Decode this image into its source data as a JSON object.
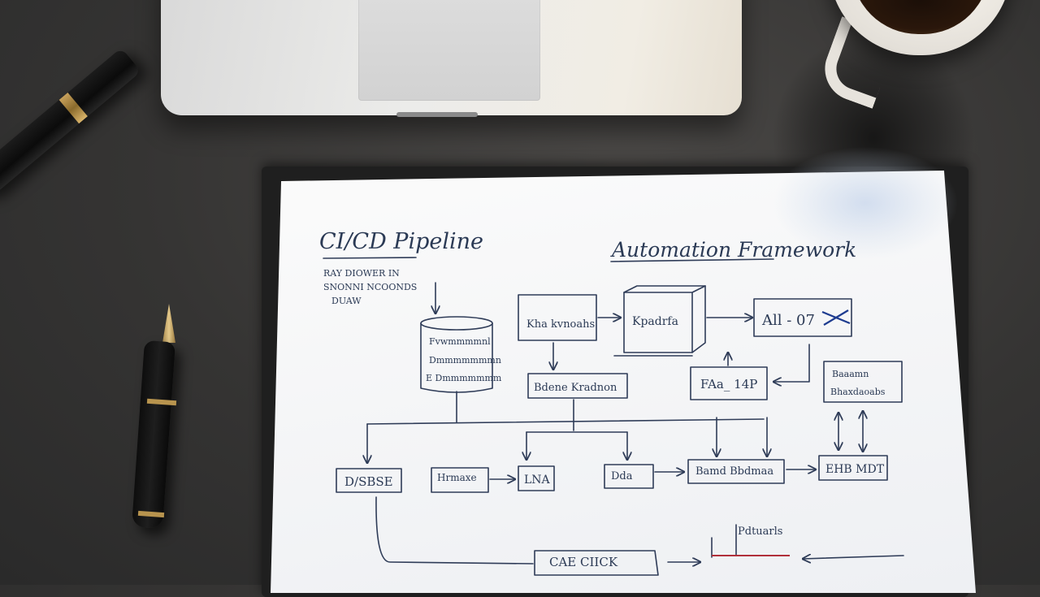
{
  "scene": {
    "description_objects": [
      "laptop",
      "coffee-cup",
      "pen",
      "fountain-pen",
      "clipboard",
      "paper"
    ]
  },
  "sketch": {
    "left_title": "CI/CD Pipeline",
    "right_title": "Automation Framework",
    "notes": [
      "RAY DIOWER IN",
      "SNONNI NCOONDS",
      "DUAW"
    ],
    "boxes": {
      "database_lines": [
        "Fvwmmmmnl",
        "Dmmmmmmmn",
        "E Dmmmmmmm"
      ],
      "ka_box": "Kha kvnoahs",
      "server_box": "Kpadrfa",
      "all_box": "All - 07",
      "bdene_box": "Bdene Kradnon",
      "faa_box": "FAa_ 14P",
      "right_stack_box": [
        "Baaamn",
        "Bhaxdaoabs"
      ],
      "dsse_box": "D/SBSE",
      "hrawe_box": "Hrmaxe",
      "lna_box": "LNA",
      "dda_box": "Dda",
      "bamd_box": "Bamd Bbdmaa",
      "ehb_box": "EHB MDT",
      "bottom_box": "CAE CIICK",
      "bottom_note": "Pdtuarls"
    }
  }
}
